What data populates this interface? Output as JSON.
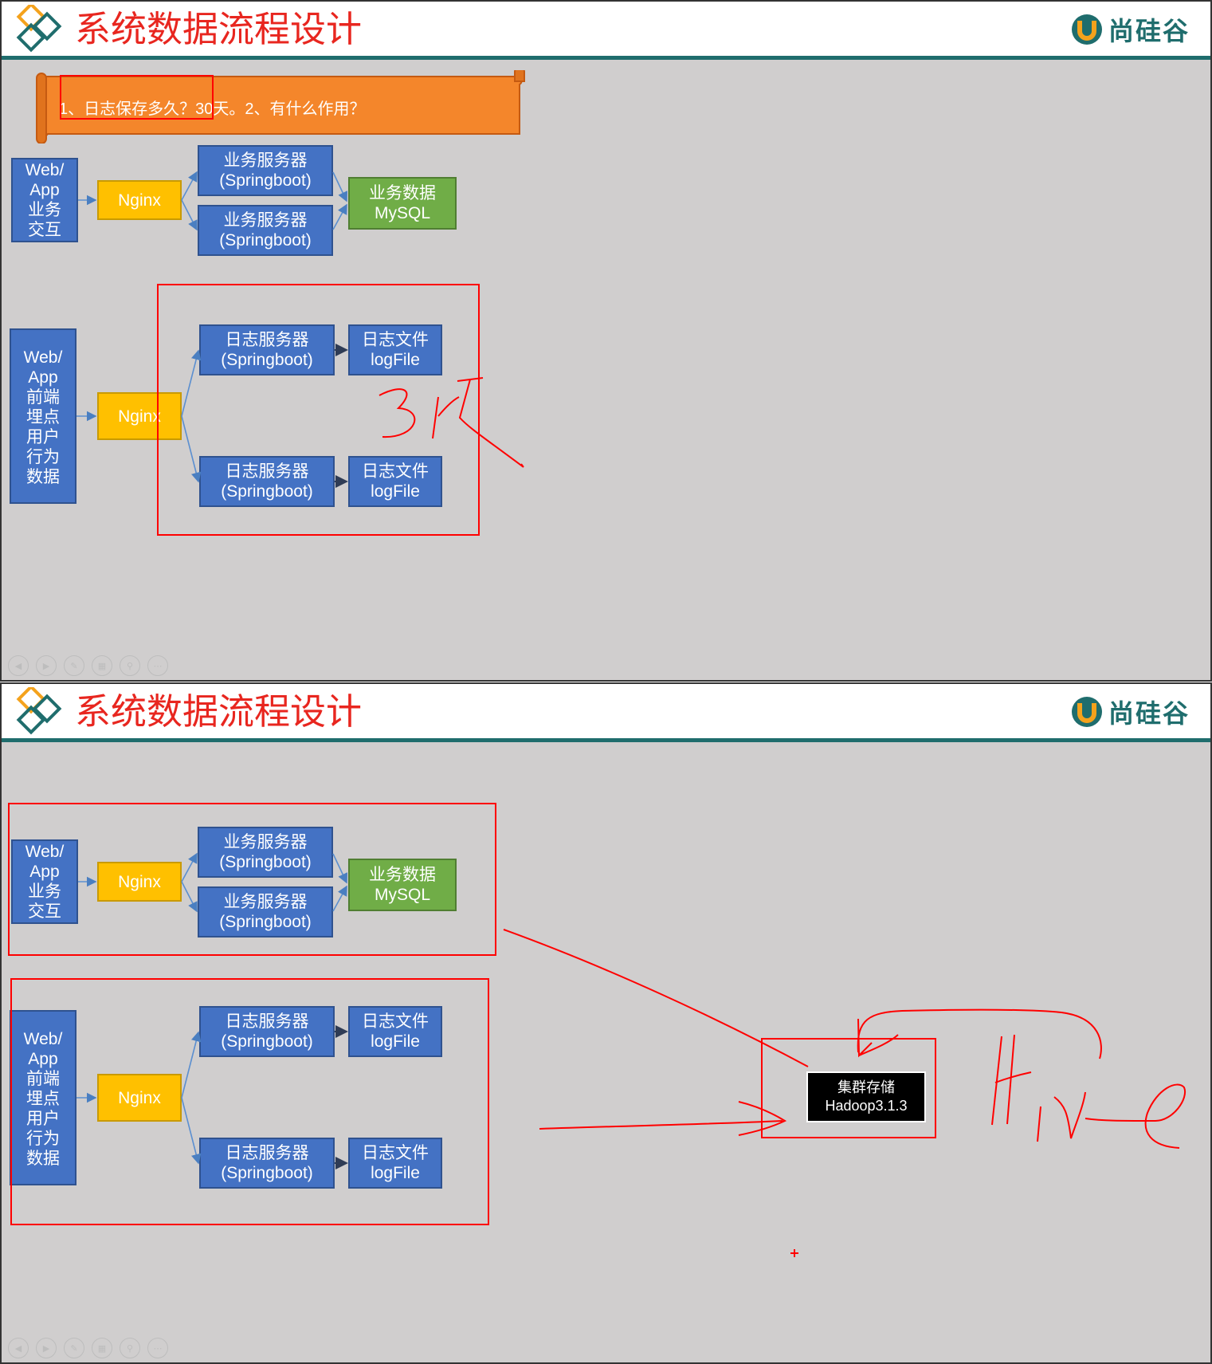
{
  "slides": [
    {
      "title": "系统数据流程设计",
      "brand": "尚硅谷",
      "banner": "1、日志保存多久？30天。2、有什么作用？",
      "business_flow": {
        "client": "Web/\nApp\n业务\n交互",
        "nginx": "Nginx",
        "server_1": "业务服务器\n(Springboot)",
        "server_2": "业务服务器\n(Springboot)",
        "db": "业务数据\nMySQL"
      },
      "log_flow": {
        "client": "Web/\nApp\n前端\n埋点\n用户\n行为\n数据",
        "nginx": "Nginx",
        "log_server_1": "日志服务器\n(Springboot)",
        "log_server_2": "日志服务器\n(Springboot)",
        "log_file_1": "日志文件\nlogFile",
        "log_file_2": "日志文件\nlogFile"
      },
      "handwriting": "3天"
    },
    {
      "title": "系统数据流程设计",
      "brand": "尚硅谷",
      "business_flow": {
        "client": "Web/\nApp\n业务\n交互",
        "nginx": "Nginx",
        "server_1": "业务服务器\n(Springboot)",
        "server_2": "业务服务器\n(Springboot)",
        "db": "业务数据\nMySQL"
      },
      "log_flow": {
        "client": "Web/\nApp\n前端\n埋点\n用户\n行为\n数据",
        "nginx": "Nginx",
        "log_server_1": "日志服务器\n(Springboot)",
        "log_server_2": "日志服务器\n(Springboot)",
        "log_file_1": "日志文件\nlogFile",
        "log_file_2": "日志文件\nlogFile"
      },
      "storage": "集群存储\nHadoop3.1.3",
      "handwriting": "Hive"
    }
  ],
  "colors": {
    "slide_bg": "#d0cece",
    "title": "#e8261f",
    "accent": "#1f6d6d",
    "box_blue": "#4472c4",
    "box_yellow": "#ffc000",
    "box_green": "#70ad47",
    "banner_orange": "#f4862b",
    "annotation_red": "#ff0000"
  },
  "nav_icons": [
    "prev-icon",
    "next-icon",
    "pen-icon",
    "slides-icon",
    "zoom-icon",
    "more-icon"
  ]
}
